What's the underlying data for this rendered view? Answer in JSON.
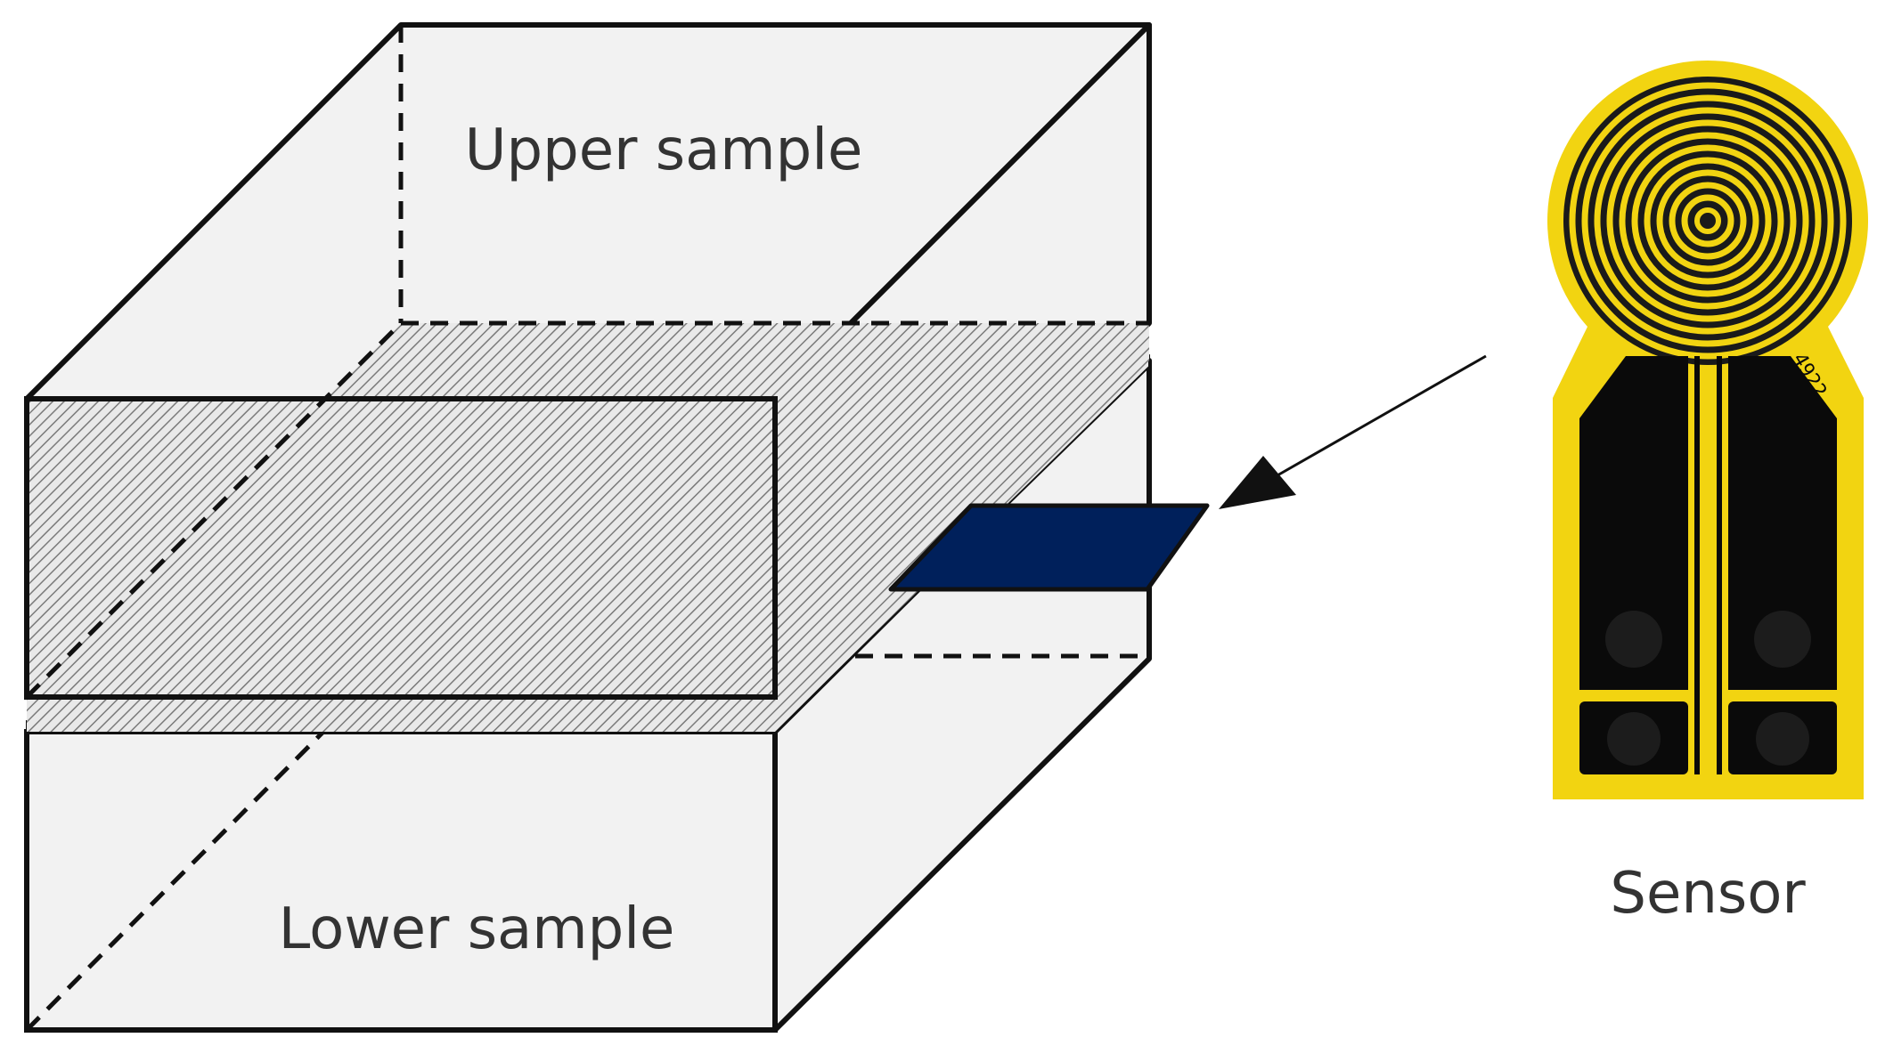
{
  "labels": {
    "upper": "Upper sample",
    "lower": "Lower sample",
    "sensor": "Sensor",
    "sensor_code": "4922"
  },
  "colors": {
    "block_fill": "#f2f2f2",
    "outline": "#111111",
    "sensor_strip": "#00205b",
    "sensor_yellow": "#f2d411",
    "sensor_black": "#0a0a0a",
    "hatch": "#7a7a7a",
    "text": "#333333"
  },
  "icons": [
    "arrow-icon",
    "spiral-icon"
  ]
}
